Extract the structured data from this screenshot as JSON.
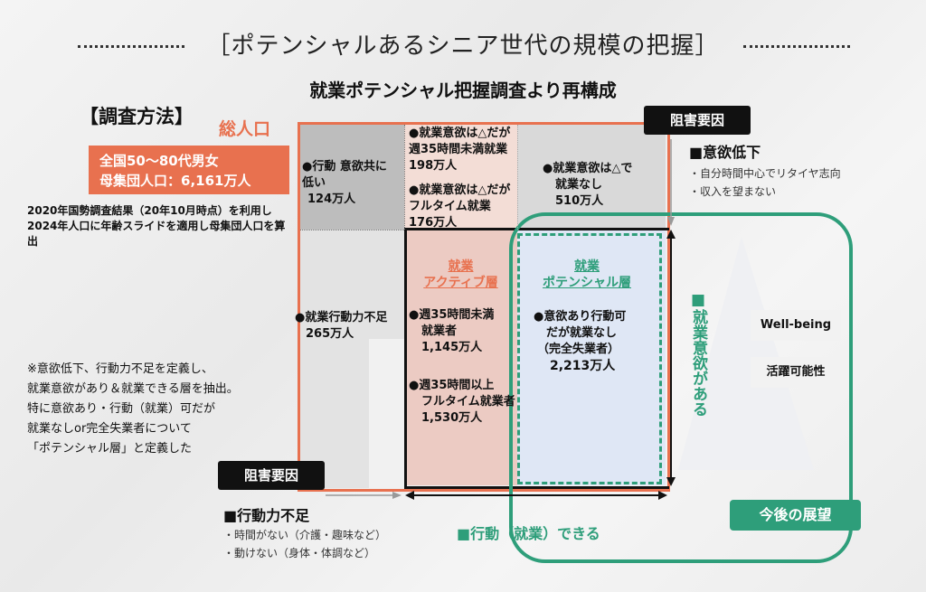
{
  "header": {
    "title": "［ポテンシャルあるシニア世代の規模の把握］",
    "subtitle": "就業ポテンシャル把握調査より再構成"
  },
  "method": {
    "label": "【調査方法】",
    "total_label": "総人口",
    "population_line1": "全国50～80代男女",
    "population_line2": "母集団人口：6,161万人",
    "survey_note": "2020年国勢調査結果（20年10月時点）を利用し2024年人口に年齢スライドを適用し母集団人口を算出"
  },
  "note": {
    "line1": "※意欲低下、行動力不足を定義し、",
    "line2": "就業意欲があり＆就業できる層を抽出。",
    "line3": "特に意欲あり・行動（就業）可だが",
    "line4": "就業なしor完全失業者について",
    "line5": "「ポテンシャル層」と定義した"
  },
  "cells": {
    "low_both_l1": "●行動 意欲共に",
    "low_both_l2": "低い",
    "low_both_l3": "124万人",
    "part_time_l1": "●就業意欲は△だが",
    "part_time_l2": "週35時間未満就業",
    "part_time_l3": "198万人",
    "full_time_l1": "●就業意欲は△だが",
    "full_time_l2": "フルタイム就業",
    "full_time_l3": "176万人",
    "none_l1": "●就業意欲は△で",
    "none_l2": "就業なし",
    "none_l3": "510万人",
    "lack_l1": "●就業行動力不足",
    "lack_l2": "265万人",
    "active_title_l1": "就業",
    "active_title_l2": "アクティブ層",
    "active_a_l1": "●週35時間未満",
    "active_a_l2": "就業者",
    "active_a_l3": "1,145万人",
    "active_b_l1": "●週35時間以上",
    "active_b_l2": "フルタイム就業者",
    "active_b_l3": "1,530万人",
    "potential_title_l1": "就業",
    "potential_title_l2": "ポテンシャル層",
    "potential_l1": "●意欲あり行動可",
    "potential_l2": "だが就業なし",
    "potential_l3": "（完全失業者）",
    "potential_l4": "2,213万人"
  },
  "barrier_motivation": {
    "tag": "阻害要因",
    "heading": "■意欲低下",
    "bullet1": "・自分時間中心でリタイヤ志向",
    "bullet2": "・収入を望まない"
  },
  "barrier_action": {
    "tag": "阻害要因",
    "heading": "■行動力不足",
    "bullet1": "・時間がない（介護・趣味など）",
    "bullet2": "・動けない（身体・体調など）"
  },
  "axes": {
    "vertical": "■就業意欲がある",
    "horizontal": "■行動（就業）できる"
  },
  "outlook": {
    "label": "今後の展望",
    "item1": "Well-being",
    "item2": "活躍可能性"
  },
  "colors": {
    "orange": "#e8714f",
    "green": "#2e9e7a",
    "potential_fill": "#dfe7f5",
    "active_fill": "#eccbc3"
  }
}
